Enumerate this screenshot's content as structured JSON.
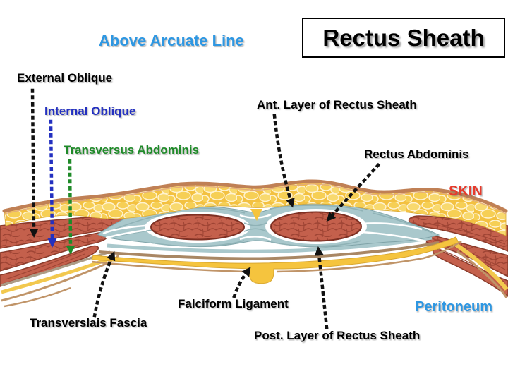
{
  "slide": {
    "title": "Rectus Sheath",
    "subtitle": "Above Arcuate Line"
  },
  "labels": {
    "external_oblique": "External Oblique",
    "internal_oblique": "Internal Oblique",
    "transversus_abdominis": "Transversus Abdominis",
    "ant_layer_rectus_sheath": "Ant. Layer of Rectus Sheath",
    "rectus_abdominis": "Rectus Abdominis",
    "skin": "SKIN",
    "falciform_ligament": "Falciform Ligament",
    "peritoneum": "Peritoneum",
    "transversalis_fascia": "Transverslais Fascia",
    "post_layer_rectus_sheath": "Post. Layer of Rectus Sheath"
  },
  "colors": {
    "subtitle_blue": "#2E97E2",
    "internal_oblique_blue": "#2330C0",
    "transversus_green": "#1E8A28",
    "skin_red": "#E83A2B",
    "peritoneum_blue": "#2E97E2",
    "muscle_red": "#C4604C",
    "fat_yellow": "#F5C43E",
    "fascia_blue_gray": "#A9C8CC",
    "skin_tan": "#C08055",
    "arrow_black": "#111111"
  }
}
